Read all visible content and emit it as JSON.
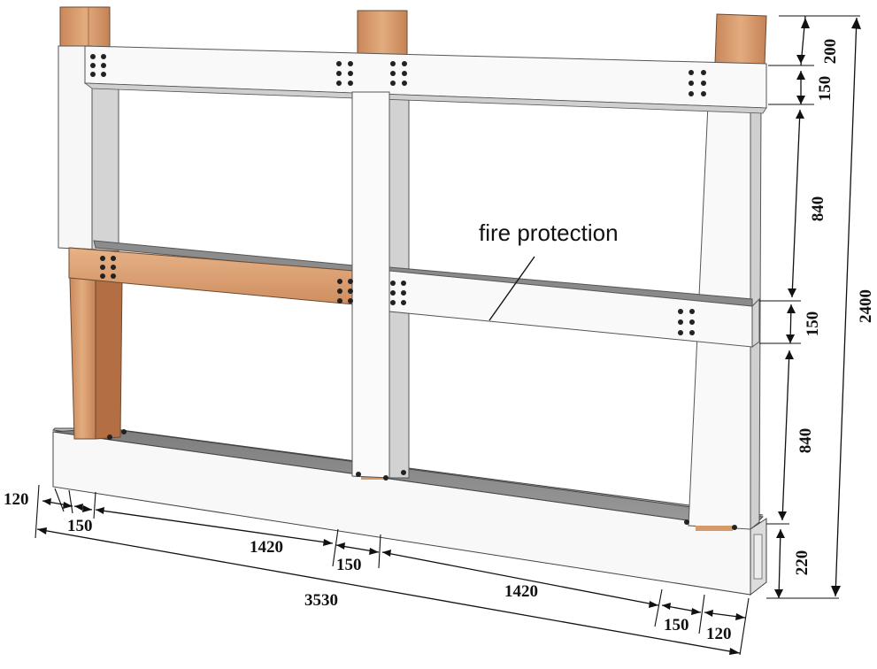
{
  "annotation": {
    "label": "fire protection"
  },
  "dimensions": {
    "right_200": "200",
    "right_150_top": "150",
    "right_840_top": "840",
    "right_150_mid": "150",
    "right_840_bottom": "840",
    "right_220": "220",
    "right_2400": "2400",
    "left_120": "120",
    "left_150": "150",
    "bottom_1420_left": "1420",
    "bottom_150_mid": "150",
    "bottom_3530": "3530",
    "bottom_1420_right": "1420",
    "bottom_150_right": "150",
    "bottom_120_right": "120"
  },
  "colors": {
    "timber_light": "#dca070",
    "timber_dark": "#b9774a",
    "board_white": "#f7f7f7",
    "board_side": "#d6d6d6",
    "shadow_grey": "#8a8a8a",
    "bolt": "#222222"
  }
}
